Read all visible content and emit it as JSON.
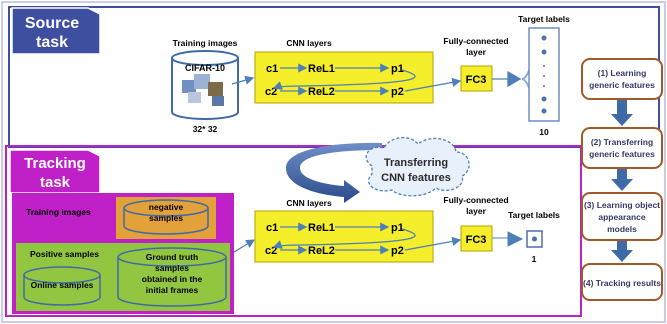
{
  "source_panel": {
    "title_line1": "Source",
    "title_line2": "task",
    "training_label": "Training images",
    "dataset_name": "CIFAR-10",
    "image_size": "32* 32",
    "cnn_label": "CNN layers",
    "nodes": {
      "c1": "c1",
      "c2": "c2",
      "relu1": "ReL1",
      "relu2": "ReL2",
      "p1": "p1",
      "p2": "p2"
    },
    "fc_label_line1": "Fully-connected",
    "fc_label_line2": "layer",
    "fc3": "FC3",
    "target_label": "Target labels",
    "target_count": "10"
  },
  "transfer": {
    "line1": "Transferring",
    "line2": "CNN features"
  },
  "tracking_panel": {
    "title_line1": "Tracking",
    "title_line2": "task",
    "training_label": "Training images",
    "negative_line1": "negative",
    "negative_line2": "samples",
    "positive_label": "Positive samples",
    "online_label": "Online samples",
    "gt_line1": "Ground truth",
    "gt_line2": "samples",
    "gt_line3": "obtained in the",
    "gt_line4": "initial frames",
    "cnn_label": "CNN layers",
    "nodes": {
      "c1": "c1",
      "c2": "c2",
      "relu1": "ReL1",
      "relu2": "ReL2",
      "p1": "p1",
      "p2": "p2"
    },
    "fc_label_line1": "Fully-connected",
    "fc_label_line2": "layer",
    "fc3": "FC3",
    "target_label": "Target labels",
    "target_count": "1"
  },
  "steps": [
    {
      "line1": "(1) Learning",
      "line2": "generic features"
    },
    {
      "line1": "(2) Transferring",
      "line2": "generic features"
    },
    {
      "line1": "(3) Learning object",
      "line2": "appearance",
      "line3": "models"
    },
    {
      "line1": "(4) Tracking results"
    }
  ],
  "colors": {
    "source_tab": "#3f4fa0",
    "tracking_tab": "#c020c8",
    "yellow": "#f5ee2a",
    "green": "#93c640",
    "orange_box": "#e3a13a",
    "step_border": "#a05a2a",
    "arrow_blue": "#4d7fb8"
  }
}
